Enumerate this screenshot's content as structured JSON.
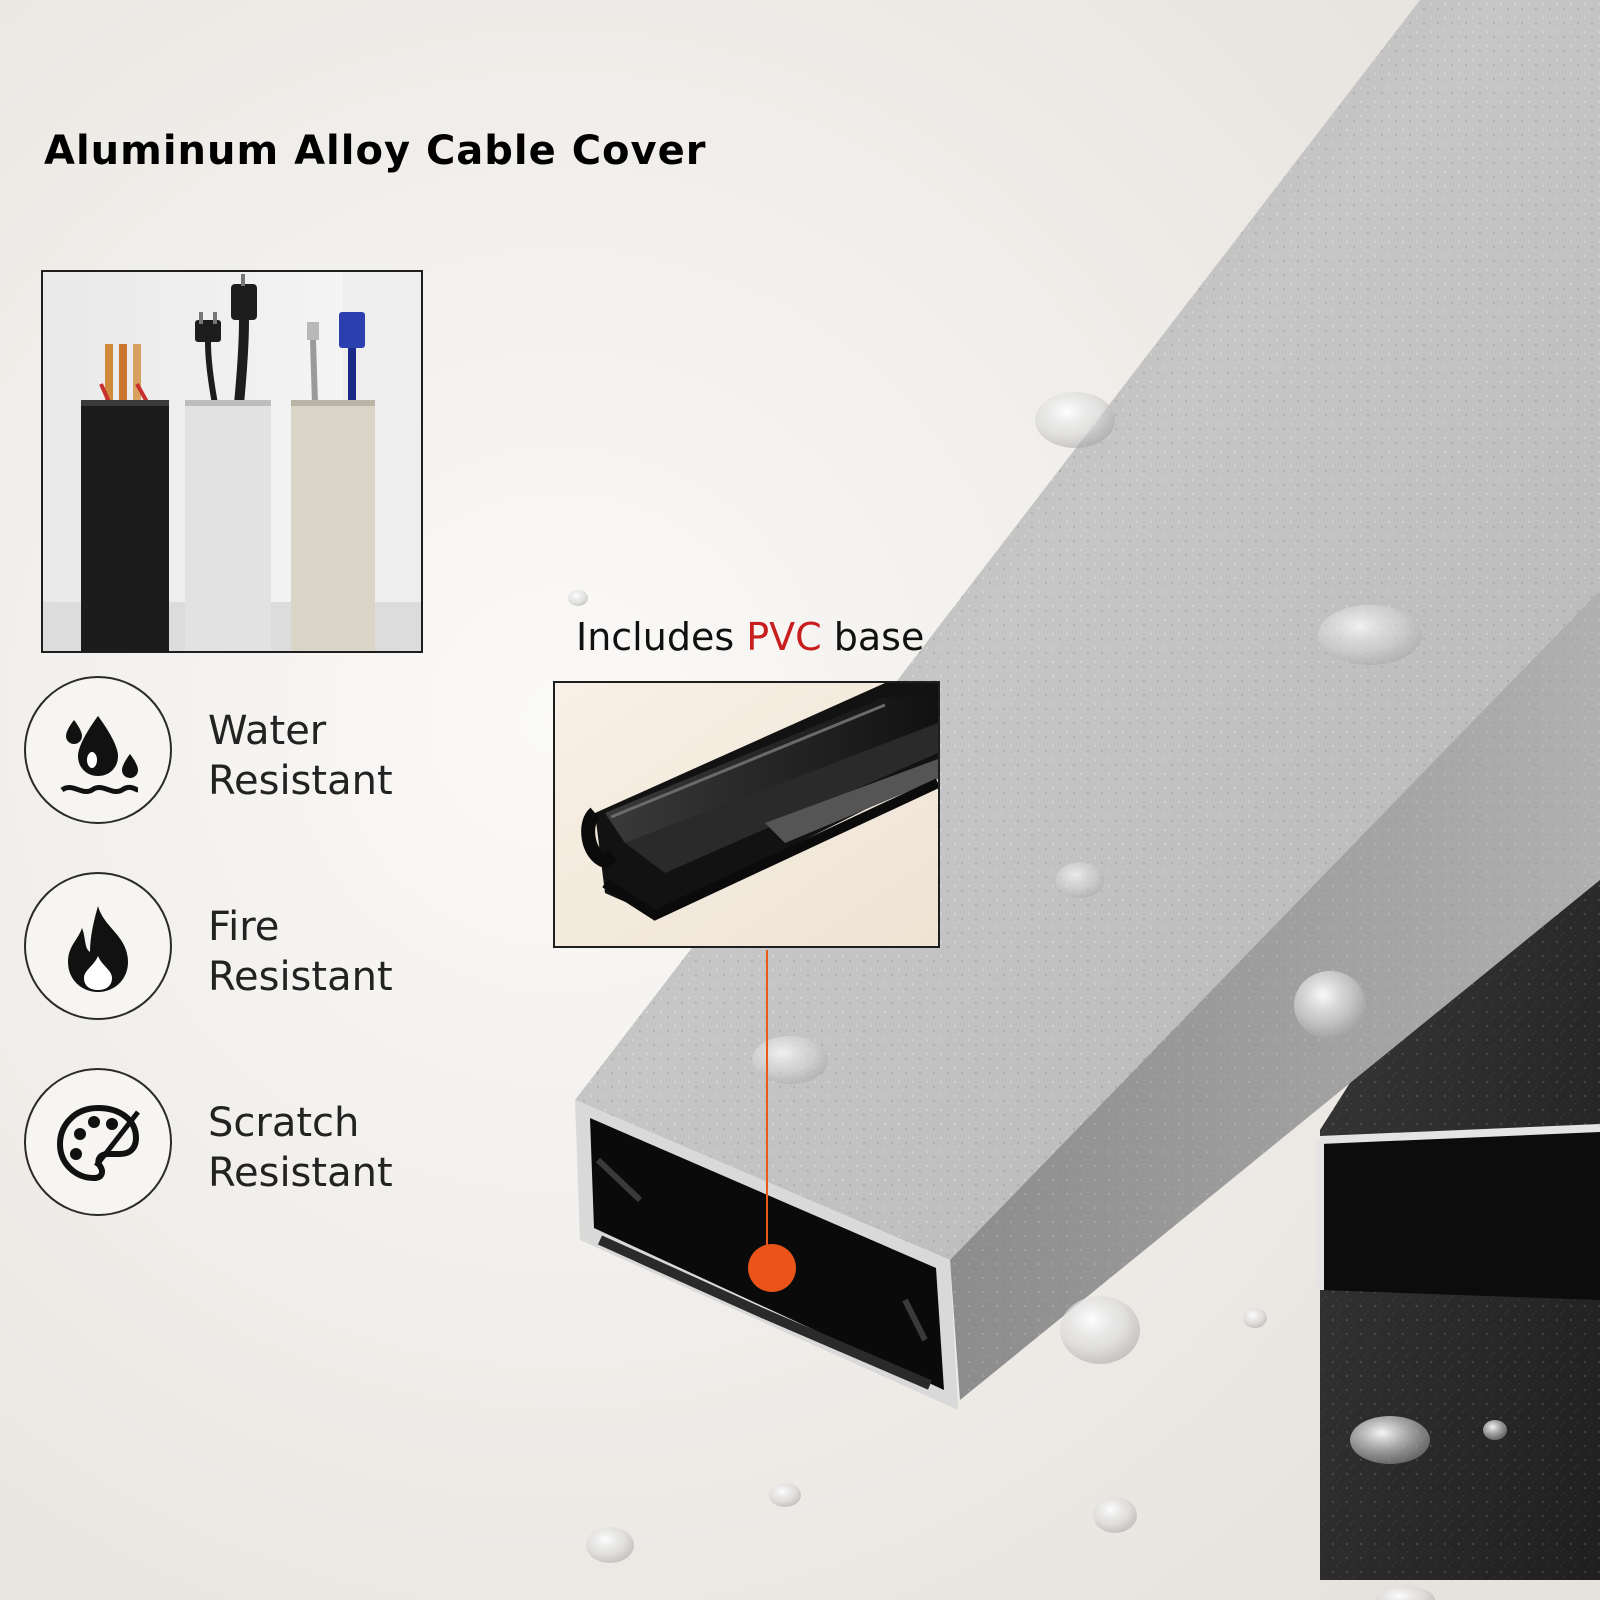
{
  "title": "Aluminum Alloy Cable Cover",
  "pvc_callout": {
    "prefix": "Includes",
    "highlight": "PVC",
    "suffix": "base",
    "highlight_color": "#c81e1e",
    "pointer_color": "#ea5419"
  },
  "features": [
    {
      "icon": "water-drops-icon",
      "line1": "Water",
      "line2": "Resistant"
    },
    {
      "icon": "flame-icon",
      "line1": "Fire",
      "line2": "Resistant"
    },
    {
      "icon": "palette-scratch-icon",
      "line1": "Scratch",
      "line2": "Resistant"
    }
  ],
  "colors": {
    "background": "#f2efeb",
    "aluminum": "#c9c9c9",
    "black_channel": "#2b2b2b"
  }
}
